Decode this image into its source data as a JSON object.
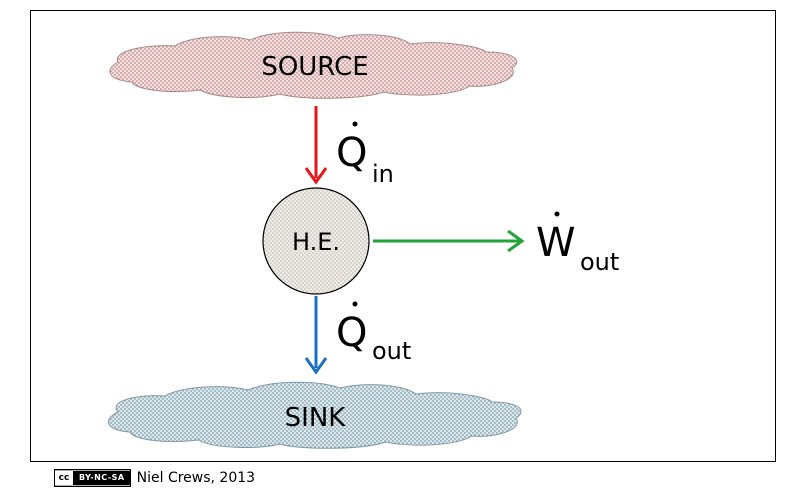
{
  "source_label": "SOURCE",
  "sink_label": "SINK",
  "engine_label": "H.E.",
  "heat_in": {
    "symbol": "Q",
    "subscript": "in"
  },
  "heat_out": {
    "symbol": "Q",
    "subscript": "out"
  },
  "work_out": {
    "symbol": "W",
    "subscript": "out"
  },
  "license": {
    "badge_left": "cc",
    "badge_right": "BY-NC-SA"
  },
  "credit": "Niel Crews, 2013",
  "colors": {
    "heat_in_arrow": "#e8161b",
    "heat_out_arrow": "#1a6fc0",
    "work_arrow": "#23a33a",
    "source_cloud": "#f6d8d8",
    "sink_cloud": "#d5e5ea",
    "engine_fill": "#ece8e2"
  }
}
